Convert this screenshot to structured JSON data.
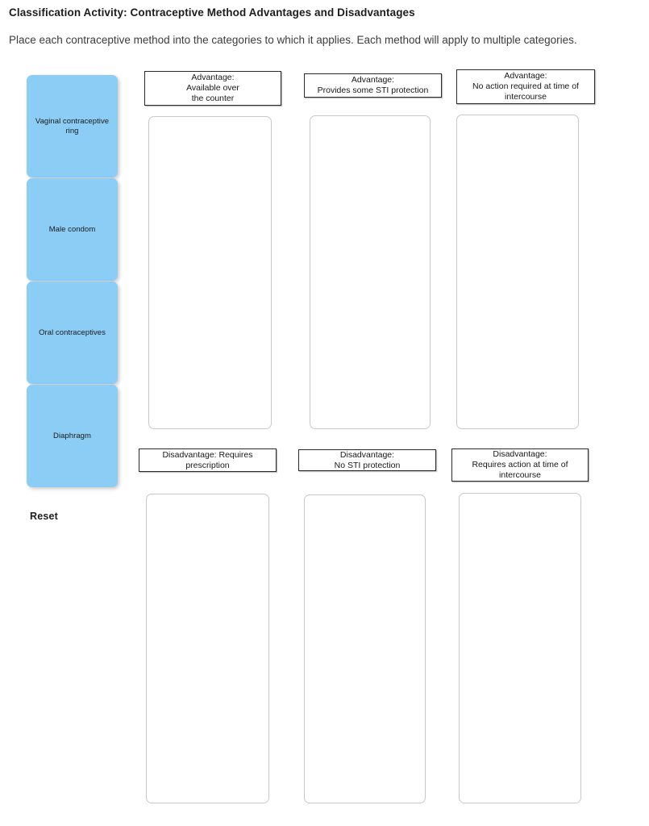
{
  "page": {
    "title": "Classification Activity: Contraceptive Method Advantages and Disadvantages",
    "instructions": "Place each contraceptive method into the categories to which it applies. Each method will apply to multiple categories."
  },
  "controls": {
    "reset_label": "Reset"
  },
  "colors": {
    "tile_fill": "#8ccdf5",
    "header_border": "#2a2a2a",
    "drop_zone_border": "#c9c9c9",
    "page_background": "#ffffff",
    "text": "#1c1d1f"
  },
  "method_tray": {
    "items": [
      {
        "label": "Vaginal contraceptive ring"
      },
      {
        "label": "Male condom"
      },
      {
        "label": "Oral contraceptives"
      },
      {
        "label": "Diaphragm"
      }
    ]
  },
  "categories": {
    "advantages": [
      {
        "label": "Advantage:\nAvailable over\nthe counter",
        "dropped_items": []
      },
      {
        "label": "Advantage:\nProvides some STI protection",
        "dropped_items": []
      },
      {
        "label": "Advantage:\nNo action required at time of\nintercourse",
        "dropped_items": []
      }
    ],
    "disadvantages": [
      {
        "label": "Disadvantage: Requires\nprescription",
        "dropped_items": []
      },
      {
        "label": "Disadvantage:\nNo STI  protection",
        "dropped_items": []
      },
      {
        "label": "Disadvantage:\nRequires action at time of\nintercourse",
        "dropped_items": []
      }
    ]
  }
}
